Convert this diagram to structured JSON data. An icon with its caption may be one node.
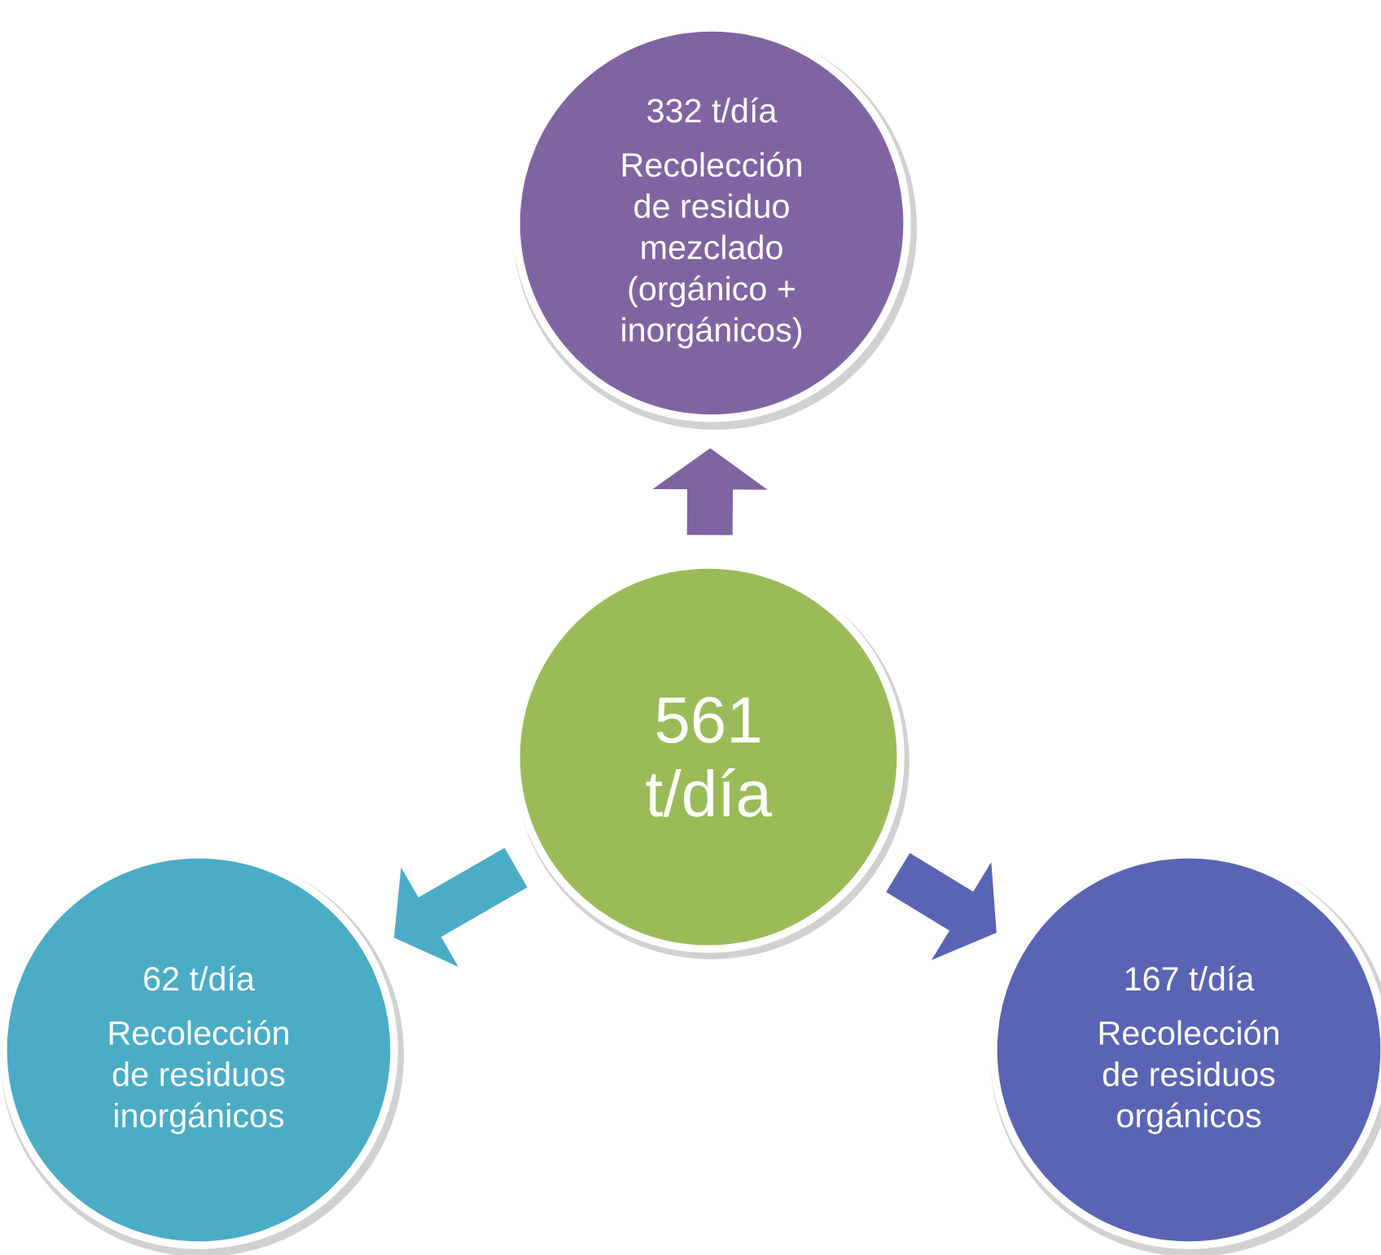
{
  "diagram": {
    "nodes": [
      {
        "text": [
          "332 t/día",
          "Recolección de residuo mezclado (orgánico + inorgánicos)"
        ]
      },
      {
        "text": [
          "561 t/día"
        ]
      },
      {
        "text": [
          "62 t/día",
          "Recolección de residuos inorgánicos"
        ]
      },
      {
        "text": [
          "167 t/día",
          "Recolección de residuos orgánicos"
        ]
      }
    ],
    "edges": [
      {
        "from": 1,
        "to": 0,
        "arrow": "to",
        "color": "#8064a2"
      },
      {
        "from": 1,
        "to": 2,
        "arrow": "to",
        "color": "#4bacc6"
      },
      {
        "from": 1,
        "to": 3,
        "arrow": "to",
        "color": "#5a64b4"
      }
    ]
  }
}
